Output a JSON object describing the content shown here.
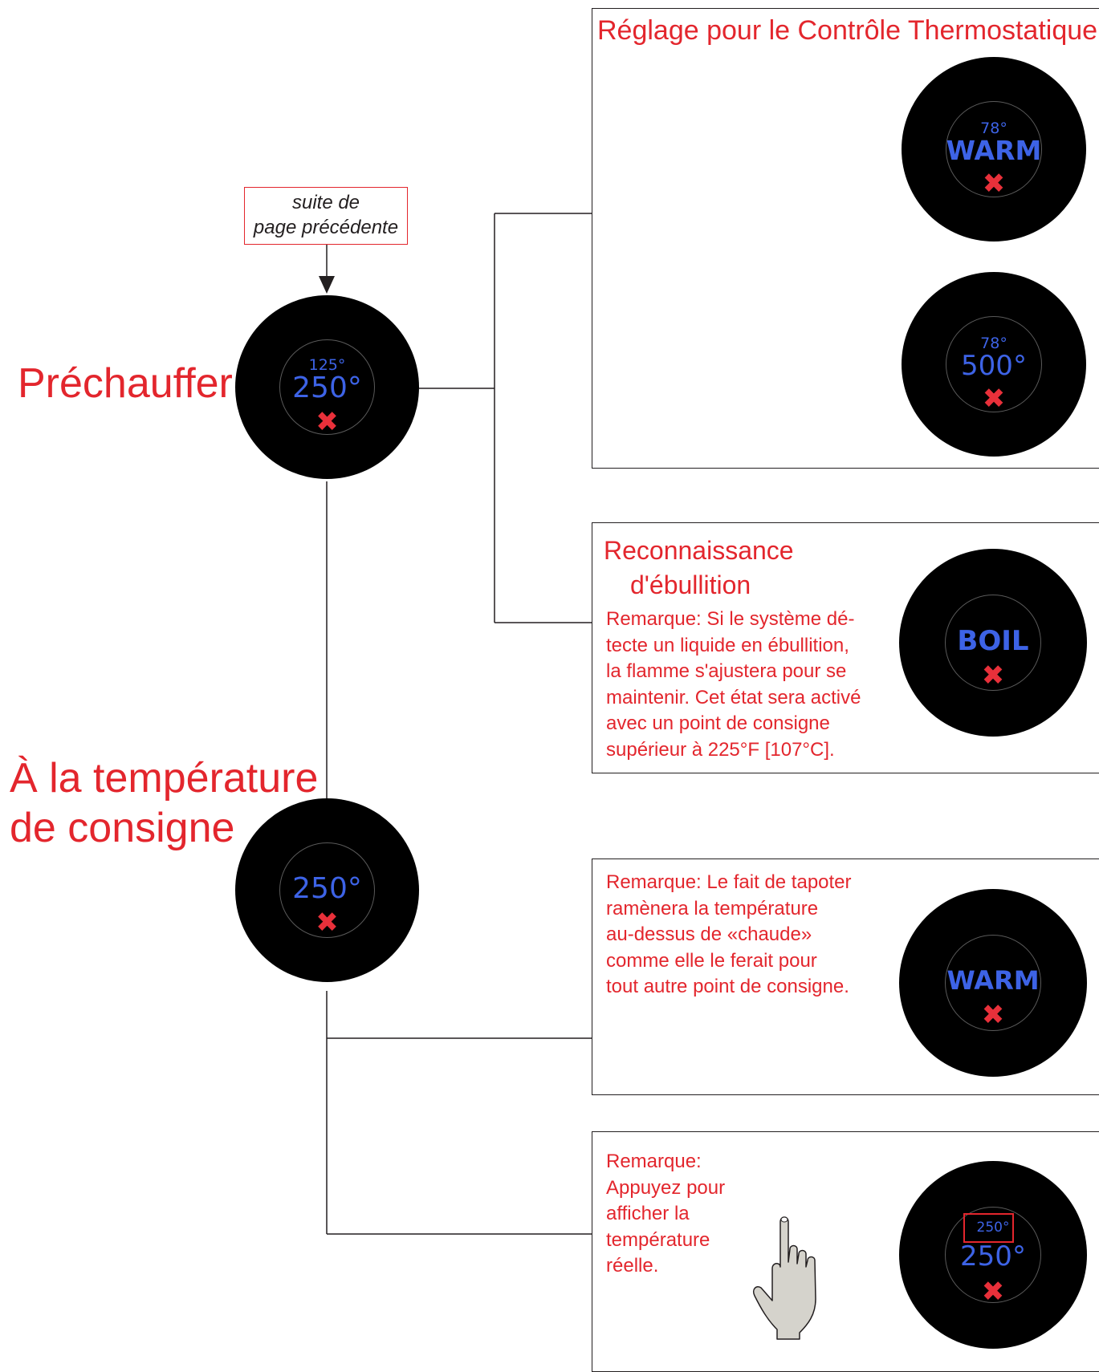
{
  "callout": {
    "line1": "suite de",
    "line2": "page précédente"
  },
  "left_labels": {
    "preheat": "Préchauffer",
    "at_temp_line1": "À la température",
    "at_temp_line2": "de consigne"
  },
  "dials": {
    "preheat": {
      "small": "125°",
      "main": "250°"
    },
    "at_temp": {
      "main": "250°"
    }
  },
  "panels": {
    "thermostatic": {
      "title": "Réglage pour le Contrôle Thermostatique",
      "dial_1": {
        "small": "78°",
        "main": "WARM"
      },
      "dial_2": {
        "small": "78°",
        "main": "500°"
      }
    },
    "boil": {
      "title_line1": "Reconnaissance",
      "title_line2": "d'ébullition",
      "note": [
        "Remarque:  Si le système dé-",
        "tecte un liquide en ébullition,",
        "la flamme s'ajustera pour se",
        "maintenir.  Cet état sera activé",
        "avec un point de consigne",
        "supérieur à 225°F [107°C]."
      ],
      "dial": {
        "main": "BOIL"
      }
    },
    "warm": {
      "note": [
        "Remarque:  Le fait de tapoter",
        "ramènera la température",
        "au-dessus de «chaude»",
        "comme elle le ferait pour",
        "tout autre point de consigne."
      ],
      "dial": {
        "main": "WARM"
      }
    },
    "tap": {
      "note": [
        "Remarque:",
        "Appuyez pour",
        "afficher la",
        "température",
        "réelle."
      ],
      "dial": {
        "small": "250°",
        "main": "250°"
      }
    }
  },
  "icons": {
    "cancel": "close-icon",
    "hand": "pointing-hand-icon",
    "arrow": "arrow-down-icon"
  },
  "colors": {
    "label_red": "#e3262d",
    "dial_text_blue": "#3d63e6",
    "dial_bg": "#000000",
    "cancel_red": "#e8303a"
  }
}
